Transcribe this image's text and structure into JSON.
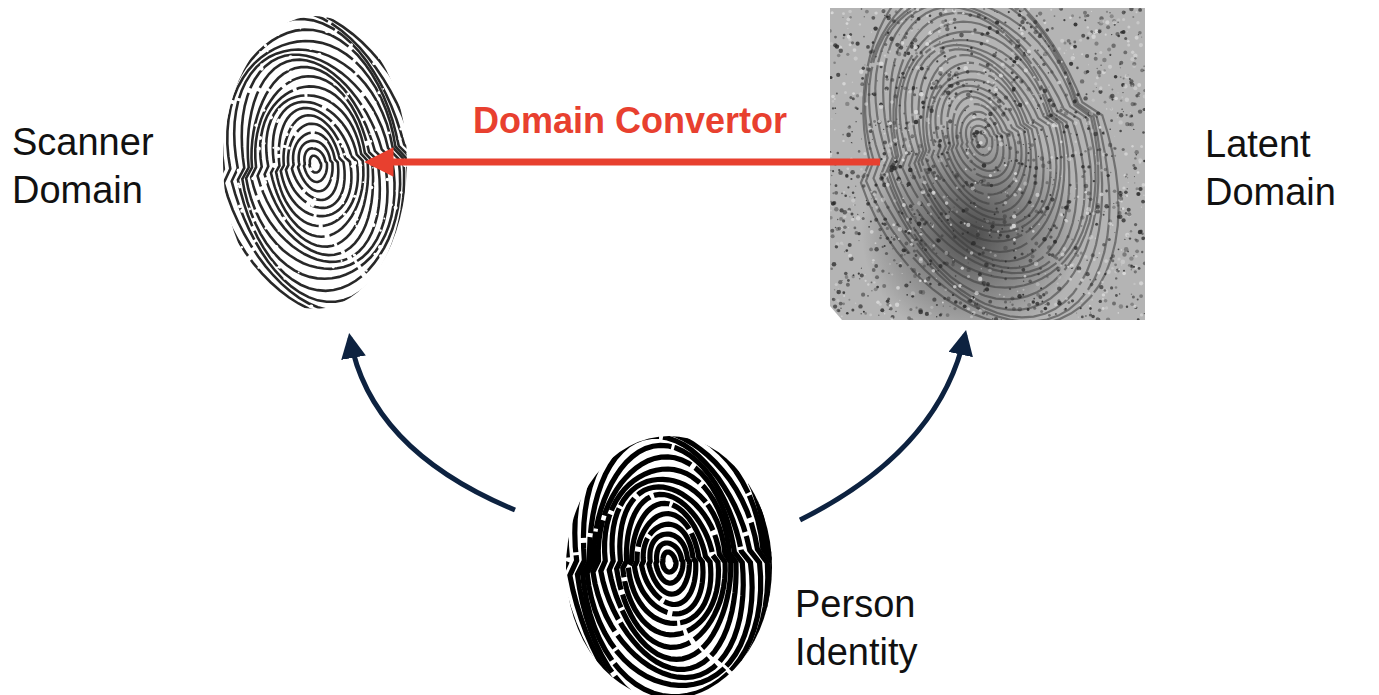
{
  "diagram": {
    "nodes": [
      {
        "text": [
          "Scanner Domain"
        ]
      },
      {
        "text": [
          "Latent Domain"
        ]
      },
      {
        "text": [
          "Person Identity"
        ]
      }
    ],
    "edges": [
      {
        "from": 1,
        "to": 0,
        "arrow": "to",
        "label": "Domain Convertor"
      },
      {
        "from": 2,
        "to": 0,
        "arrow": "to"
      },
      {
        "from": 2,
        "to": 1,
        "arrow": "to"
      }
    ]
  }
}
